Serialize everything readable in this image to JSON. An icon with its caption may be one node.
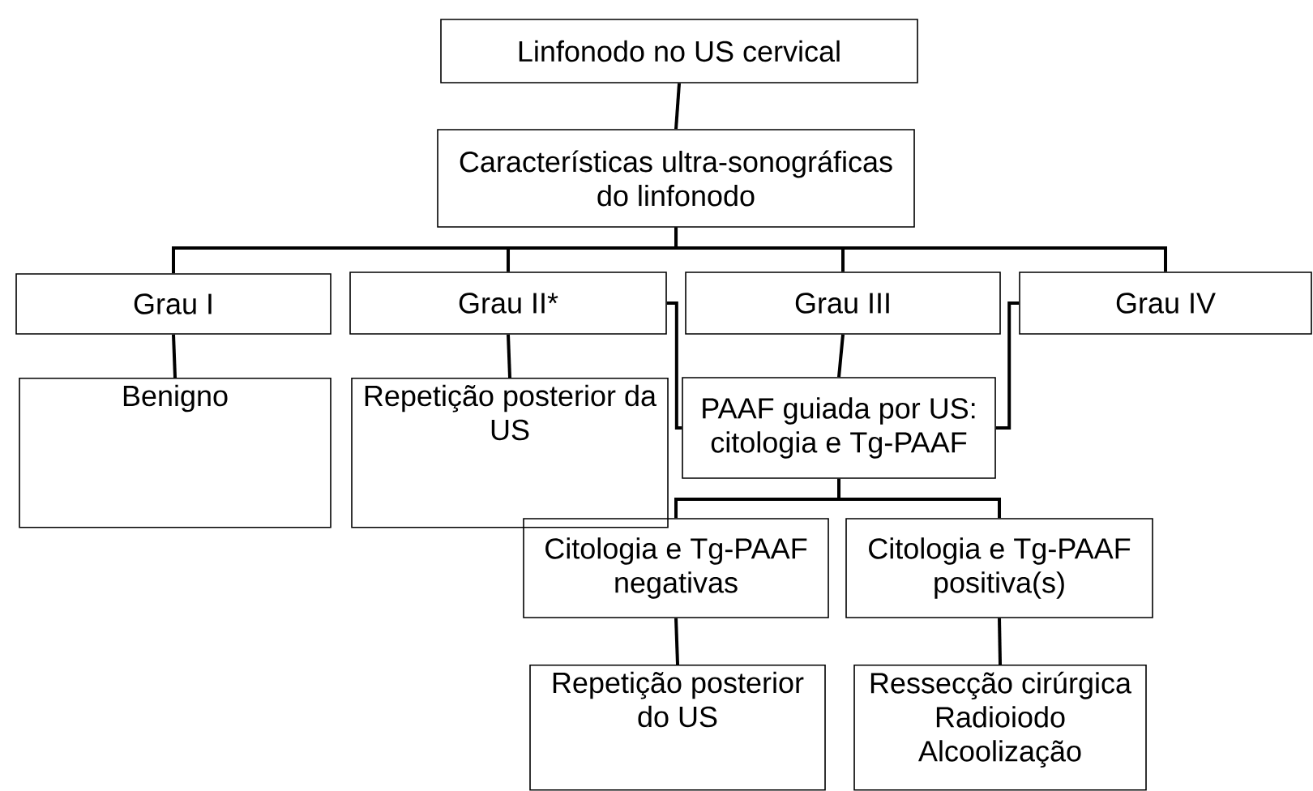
{
  "diagram": {
    "nodes": [
      {
        "text": [
          "Linfonodo no US cervical"
        ]
      },
      {
        "text": [
          "Características ultra-sonográficas do linfonodo"
        ]
      },
      {
        "text": [
          "Grau I"
        ]
      },
      {
        "text": [
          "Grau II*"
        ]
      },
      {
        "text": [
          "Grau III"
        ]
      },
      {
        "text": [
          "Grau IV"
        ]
      },
      {
        "text": [
          "Benigno"
        ]
      },
      {
        "text": [
          "Repetição posterior da US"
        ]
      },
      {
        "text": [
          "PAAF guiada por US: citologia e Tg-PAAF"
        ]
      },
      {
        "text": [
          "Citologia e Tg-PAAF negativas"
        ]
      },
      {
        "text": [
          "Citologia e Tg-PAAF positiva(s)"
        ]
      },
      {
        "text": [
          "Repetição posterior do US"
        ]
      },
      {
        "text": [
          "Ressecção cirúrgica Radioiodo Alcoolização"
        ]
      }
    ],
    "edges": [
      {
        "from": 0,
        "to": 1,
        "arrow": "none"
      },
      {
        "from": 1,
        "to": 2,
        "arrow": "none"
      },
      {
        "from": 1,
        "to": 3,
        "arrow": "none"
      },
      {
        "from": 1,
        "to": 4,
        "arrow": "none"
      },
      {
        "from": 1,
        "to": 5,
        "arrow": "none"
      },
      {
        "from": 2,
        "to": 6,
        "arrow": "none"
      },
      {
        "from": 3,
        "to": 7,
        "arrow": "none"
      },
      {
        "from": 4,
        "to": 8,
        "arrow": "none"
      },
      {
        "from": 3,
        "to": 8,
        "arrow": "none"
      },
      {
        "from": 5,
        "to": 8,
        "arrow": "none"
      },
      {
        "from": 8,
        "to": 9,
        "arrow": "none"
      },
      {
        "from": 8,
        "to": 10,
        "arrow": "none"
      },
      {
        "from": 9,
        "to": 11,
        "arrow": "none"
      },
      {
        "from": 10,
        "to": 12,
        "arrow": "none"
      }
    ]
  }
}
